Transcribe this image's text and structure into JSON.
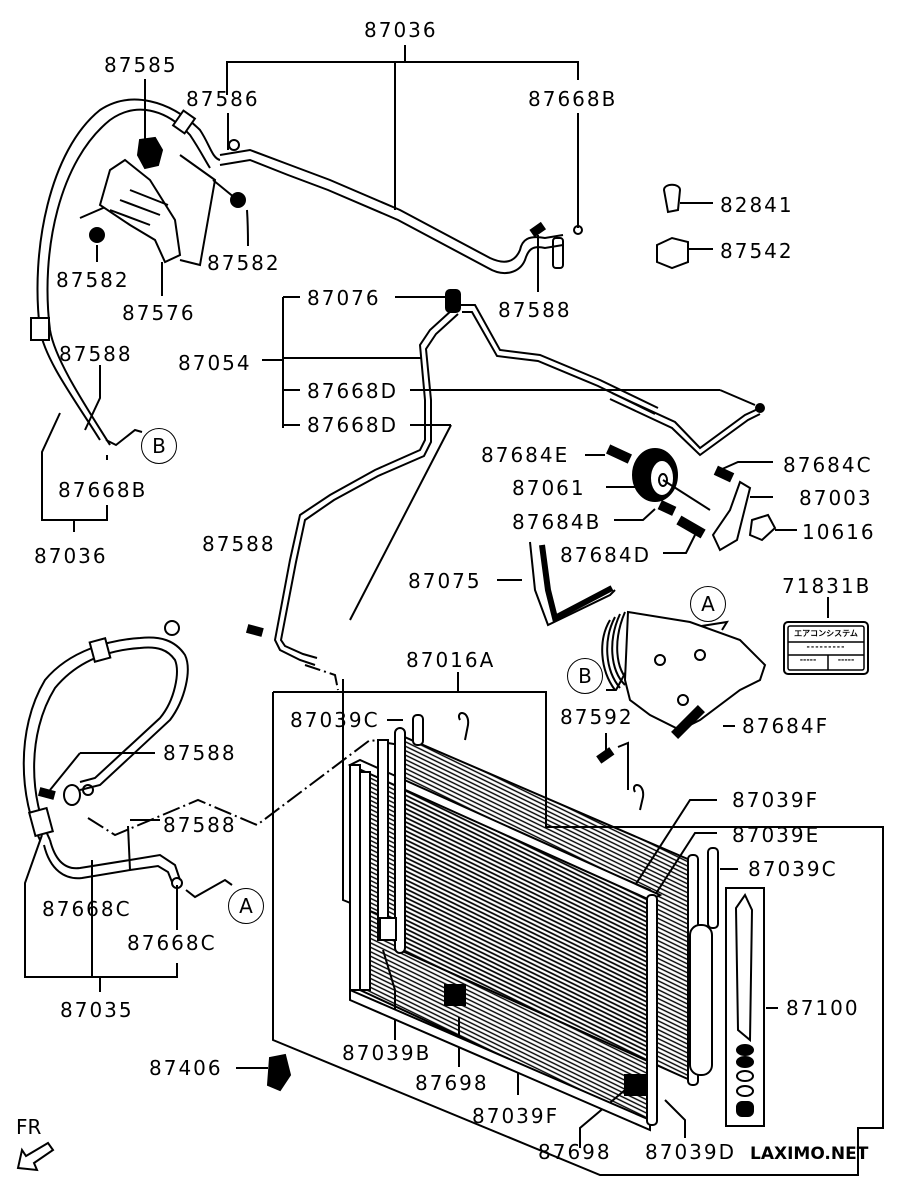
{
  "diagram": {
    "title": "Air conditioner piping / condenser parts diagram",
    "watermark": "LAXIMO.NET",
    "direction_marker": "FR",
    "callouts": [
      {
        "id": "A",
        "label": "A"
      },
      {
        "id": "B",
        "label": "B"
      }
    ],
    "part_labels": {
      "p87036_top": "87036",
      "p87585": "87585",
      "p87586": "87586",
      "p87668B_top": "87668B",
      "p82841": "82841",
      "p87542": "87542",
      "p87582_left": "87582",
      "p87582_right": "87582",
      "p87576": "87576",
      "p87588_top": "87588",
      "p87076": "87076",
      "p87054": "87054",
      "p87588_left": "87588",
      "p87668D_1": "87668D",
      "p87668D_2": "87668D",
      "p87668B_left": "87668B",
      "p87036_left": "87036",
      "p87684E": "87684E",
      "p87684C": "87684C",
      "p87061": "87061",
      "p87003": "87003",
      "p87684B": "87684B",
      "p10616": "10616",
      "p87684D": "87684D",
      "p87588_mid": "87588",
      "p87075": "87075",
      "p71831B": "71831B",
      "p87016A": "87016A",
      "p87039C_top": "87039C",
      "p87592": "87592",
      "p87684F": "87684F",
      "p87588_low1": "87588",
      "p87588_low2": "87588",
      "p87039F_top": "87039F",
      "p87039E": "87039E",
      "p87039C_right": "87039C",
      "p87668C_1": "87668C",
      "p87668C_2": "87668C",
      "p87035": "87035",
      "p87100": "87100",
      "p87039B": "87039B",
      "p87406": "87406",
      "p87698_1": "87698",
      "p87039F_bottom": "87039F",
      "p87698_2": "87698",
      "p87039D": "87039D"
    },
    "label_plate": {
      "heading": "エアコンシステム",
      "row1": "---------",
      "row2_left": "-----",
      "row2_right": "-----"
    }
  }
}
